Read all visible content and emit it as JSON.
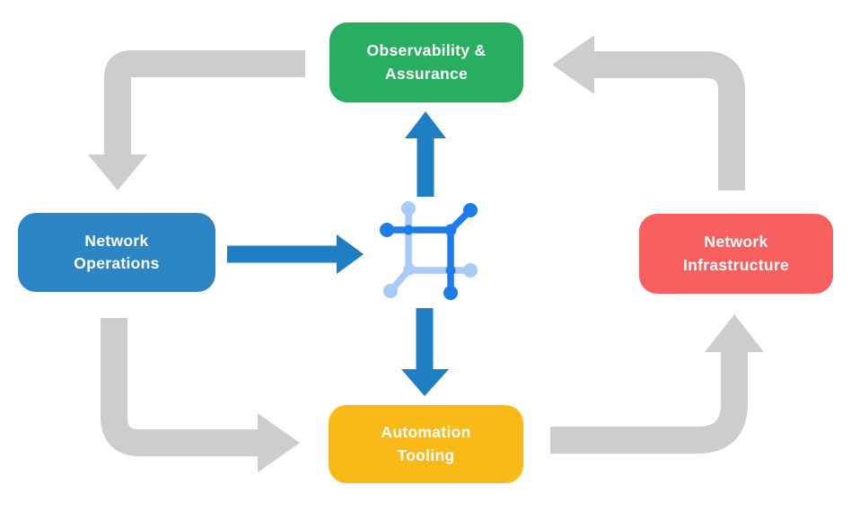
{
  "diagram": {
    "type": "cycle-flow-diagram",
    "nodes": {
      "observability": {
        "label": "Observability &\nAssurance",
        "color": "#27ae60"
      },
      "operations": {
        "label": "Network\nOperations",
        "color": "#2c86c6"
      },
      "infrastructure": {
        "label": "Network\nInfrastructure",
        "color": "#f85f5f"
      },
      "automation": {
        "label": "Automation\nTooling",
        "color": "#f9b917"
      }
    },
    "arrows": {
      "cycle": [
        {
          "from": "observability",
          "to": "operations",
          "style": "gray-elbow",
          "direction": "down"
        },
        {
          "from": "operations",
          "to": "automation",
          "style": "gray-elbow",
          "direction": "right"
        },
        {
          "from": "automation",
          "to": "infrastructure",
          "style": "gray-elbow",
          "direction": "up"
        },
        {
          "from": "infrastructure",
          "to": "observability",
          "style": "gray-elbow",
          "direction": "left"
        }
      ],
      "hub": [
        {
          "from": "operations",
          "to": "center-icon",
          "style": "blue-straight",
          "direction": "right"
        },
        {
          "from": "center-icon",
          "to": "observability",
          "style": "blue-straight",
          "direction": "up"
        },
        {
          "from": "center-icon",
          "to": "automation",
          "style": "blue-straight",
          "direction": "down"
        }
      ]
    },
    "center_icon": "network-mesh-icon"
  },
  "colors": {
    "node_green": "#27ae60",
    "node_blue": "#2c86c6",
    "node_red": "#f85f5f",
    "node_yellow": "#f9b917",
    "arrow_gray": "#cdcdcd",
    "arrow_blue": "#1e7fc2",
    "icon_blue_dark": "#1e7ce8",
    "icon_blue_light": "#a9cbf8",
    "label_text": "#ffffff",
    "background": "#ffffff"
  }
}
